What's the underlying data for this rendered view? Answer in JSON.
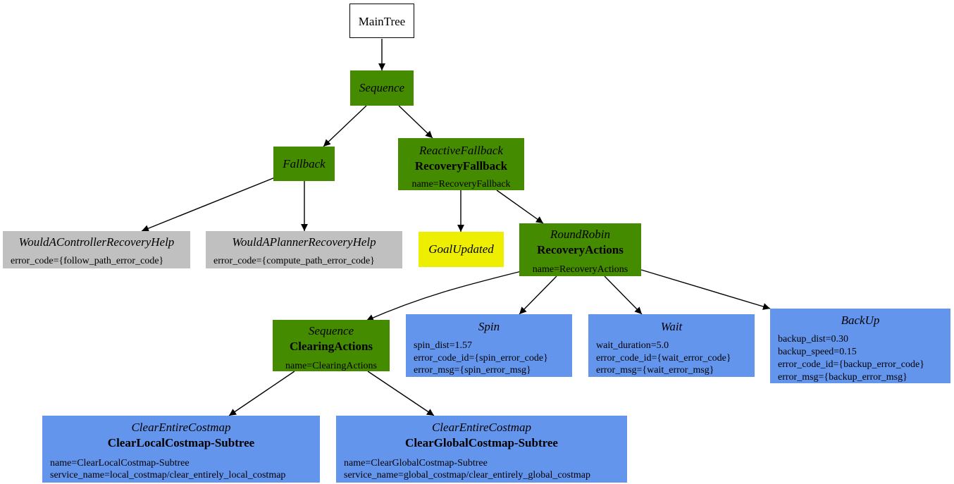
{
  "nodes": {
    "main_tree": {
      "label": "MainTree"
    },
    "sequence_root": {
      "type": "Sequence"
    },
    "fallback": {
      "type": "Fallback"
    },
    "recovery_fallback": {
      "type": "ReactiveFallback",
      "name": "RecoveryFallback",
      "params": [
        "name=RecoveryFallback"
      ]
    },
    "would_controller": {
      "type": "WouldAControllerRecoveryHelp",
      "params": [
        "error_code={follow_path_error_code}"
      ]
    },
    "would_planner": {
      "type": "WouldAPlannerRecoveryHelp",
      "params": [
        "error_code={compute_path_error_code}"
      ]
    },
    "goal_updated": {
      "type": "GoalUpdated"
    },
    "recovery_actions": {
      "type": "RoundRobin",
      "name": "RecoveryActions",
      "params": [
        "name=RecoveryActions"
      ]
    },
    "clearing_actions": {
      "type": "Sequence",
      "name": "ClearingActions",
      "params": [
        "name=ClearingActions"
      ]
    },
    "spin": {
      "type": "Spin",
      "params": [
        "spin_dist=1.57",
        "error_code_id={spin_error_code}",
        "error_msg={spin_error_msg}"
      ]
    },
    "wait": {
      "type": "Wait",
      "params": [
        "wait_duration=5.0",
        "error_code_id={wait_error_code}",
        "error_msg={wait_error_msg}"
      ]
    },
    "backup": {
      "type": "BackUp",
      "params": [
        "backup_dist=0.30",
        "backup_speed=0.15",
        "error_code_id={backup_error_code}",
        "error_msg={backup_error_msg}"
      ]
    },
    "clear_local": {
      "type": "ClearEntireCostmap",
      "name": "ClearLocalCostmap-Subtree",
      "params": [
        "name=ClearLocalCostmap-Subtree",
        "service_name=local_costmap/clear_entirely_local_costmap"
      ]
    },
    "clear_global": {
      "type": "ClearEntireCostmap",
      "name": "ClearGlobalCostmap-Subtree",
      "params": [
        "name=ClearGlobalCostmap-Subtree",
        "service_name=global_costmap/clear_entirely_global_costmap"
      ]
    }
  },
  "colors": {
    "control": "#458b00",
    "condition": "#c0c0c0",
    "condition_highlight": "#eeee00",
    "action": "#6495ed",
    "root": "#ffffff",
    "edge": "#000000"
  }
}
